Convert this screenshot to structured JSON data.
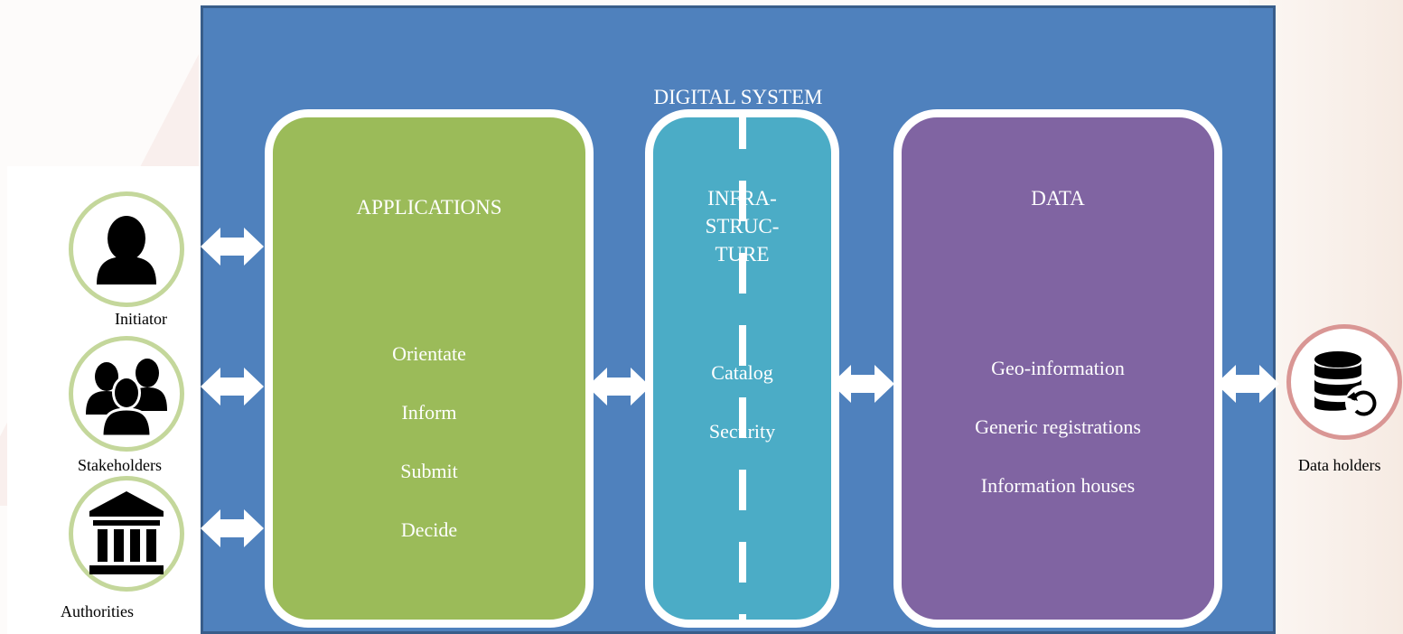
{
  "diagram": {
    "title": "DIGITAL SYSTEM",
    "applications": {
      "title": "APPLICATIONS",
      "items": [
        "Orientate",
        "Inform",
        "Submit",
        "Decide"
      ]
    },
    "infrastructure": {
      "title_lines": [
        "INFRA-",
        "STRUC-",
        "TURE"
      ],
      "items": [
        "Catalog",
        "Security"
      ]
    },
    "data": {
      "title": "DATA",
      "items": [
        "Geo-information",
        "Generic registrations",
        "Information houses"
      ]
    },
    "actors": {
      "initiator": {
        "label": "Initiator",
        "icon": "person-icon"
      },
      "stakeholders": {
        "label": "Stakeholders",
        "icon": "group-icon"
      },
      "authorities": {
        "label": "Authorities",
        "icon": "government-building-icon"
      },
      "data_holders": {
        "label": "Data holders",
        "icon": "database-sync-icon"
      }
    },
    "colors": {
      "system": "#4f81bd",
      "applications": "#9bbb59",
      "infrastructure": "#4bacc6",
      "data": "#8064a2"
    }
  }
}
